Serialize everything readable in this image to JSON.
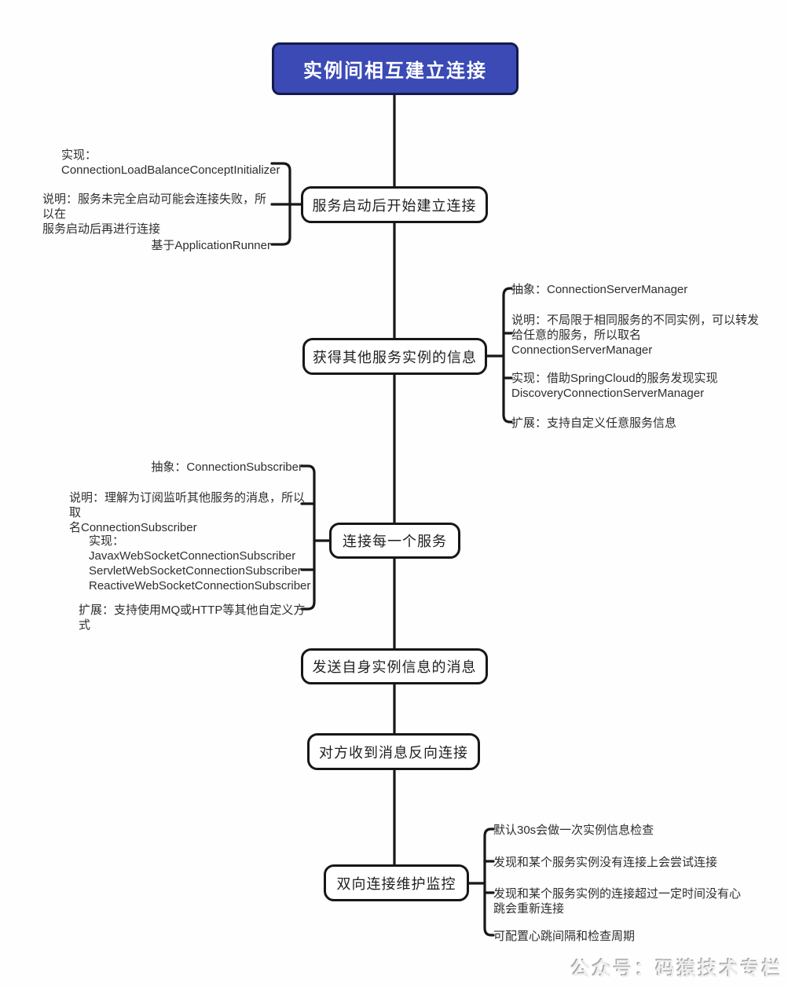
{
  "page": {
    "title": "实例间相互建立连接",
    "watermark": "公众号：码猿技术专栏"
  },
  "colors": {
    "title_bg": "#3b4ab4",
    "title_border": "#141b4d",
    "line": "#171717",
    "box_bg": "#ffffff",
    "box_border": "#171717",
    "annotation_text": "#2e2e2e",
    "watermark_text": "#efefef"
  },
  "nodes": [
    {
      "id": "startup",
      "label": "服务启动后开始建立连接"
    },
    {
      "id": "discover",
      "label": "获得其他服务实例的信息"
    },
    {
      "id": "connect",
      "label": "连接每一个服务"
    },
    {
      "id": "send",
      "label": "发送自身实例信息的消息"
    },
    {
      "id": "reverse",
      "label": "对方收到消息反向连接"
    },
    {
      "id": "monitor",
      "label": "双向连接维护监控"
    }
  ],
  "annotations": {
    "startup": {
      "impl": "实现：\nConnectionLoadBalanceConceptInitializer",
      "desc": "说明：服务未完全启动可能会连接失败，所以在\n服务启动后再进行连接",
      "base": "基于ApplicationRunner"
    },
    "server_manager": {
      "abstract": "抽象：ConnectionServerManager",
      "desc": "说明：不局限于相同服务的不同实例，可以转发\n给任意的服务，所以取名\nConnectionServerManager",
      "impl": "实现：借助SpringCloud的服务发现实现\nDiscoveryConnectionServerManager",
      "extend": "扩展：支持自定义任意服务信息"
    },
    "subscriber": {
      "abstract": "抽象：ConnectionSubscriber",
      "desc": "说明：理解为订阅监听其他服务的消息，所以取\n名ConnectionSubscriber",
      "impl": "实现：\nJavaxWebSocketConnectionSubscriber\nServletWebSocketConnectionSubscriber\nReactiveWebSocketConnectionSubscriber",
      "extend": "扩展：支持使用MQ或HTTP等其他自定义方式"
    },
    "monitor": {
      "check": "默认30s会做一次实例信息检查",
      "try_connect": "发现和某个服务实例没有连接上会尝试连接",
      "heartbeat": "发现和某个服务实例的连接超过一定时间没有心\n跳会重新连接",
      "config": "可配置心跳间隔和检查周期"
    }
  }
}
